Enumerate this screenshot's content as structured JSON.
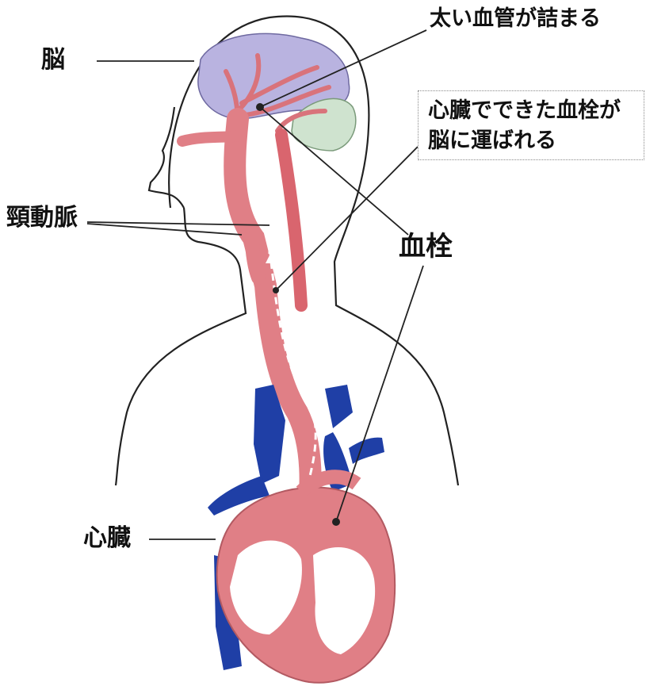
{
  "labels": {
    "brain": "脳",
    "carotid_artery": "頸動脈",
    "heart": "心臓",
    "embolus": "血栓",
    "large_vessel_blocked": "太い血管が詰まる",
    "callout_line1": "心臓でできた血栓が",
    "callout_line2": "脳に運ばれる"
  },
  "colors": {
    "artery": "#e07f86",
    "artery_stroke": "#b35a62",
    "vein": "#1f3fa6",
    "cerebrum": "#b9b3e0",
    "cerebellum": "#cfe3cf",
    "outline": "#222222"
  }
}
